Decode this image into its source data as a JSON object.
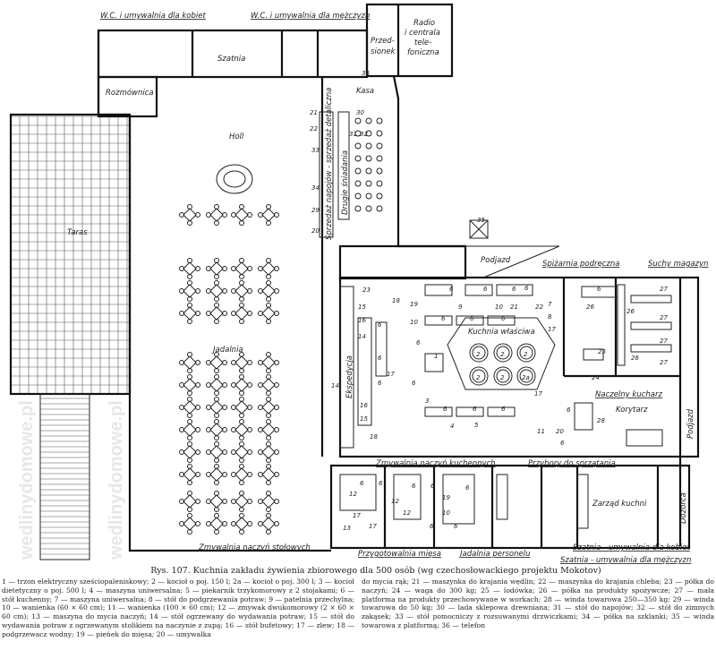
{
  "rooms": {
    "wc_women": "W.C. i umywalnia dla kobiet",
    "wc_men": "W.C. i umywalnia dla mężczyzn",
    "cloakroom": "Szatnia",
    "vestibule_1": "Przed-",
    "vestibule_2": "sionek",
    "radio_1": "Radio",
    "radio_2": "i centrala",
    "radio_3": "tele-",
    "radio_4": "foniczna",
    "cashier": "Kasa",
    "meeting_room": "Rozmównica",
    "hall": "Holl",
    "beverages": "Sprzedaż napojów - sprzedaż detaliczna",
    "breakfast": "Drugie śniadania",
    "terrace": "Taras",
    "dining_room": "Jadalnia",
    "dispatch": "Ekspedycja",
    "driveway_top": "Podjazd",
    "pantry": "Spiżarnia podręczna",
    "dry_store": "Suchy magazyn",
    "main_kitchen": "Kuchnia właściwa",
    "head_chef": "Naczelny kucharz",
    "corridor": "Korytarz",
    "driveway_right": "Podjazd",
    "pot_wash": "Zmywalnia naczyń kuchennych",
    "cleaning": "Przybory do sprzątania",
    "tableware_wash": "Zmywalnia naczyń stołowych",
    "meat_prep": "Przygotowalnia mięsa",
    "staff_dining": "Jadalnia personelu",
    "kitchen_mgmt": "Zarząd kuchni",
    "caretaker": "Dozorca",
    "women_changing": "Szatnia - umywalnia dla kobiet",
    "men_changing": "Szatnia - umywalnia dla mężczyzn"
  },
  "equipment_markers": [
    "36",
    "21",
    "22",
    "33",
    "30",
    "31",
    "32",
    "34",
    "29",
    "20",
    "35",
    "23",
    "15",
    "16",
    "14",
    "14",
    "16",
    "15",
    "18",
    "6",
    "6",
    "6",
    "17",
    "18",
    "19",
    "10",
    "6",
    "1",
    "6",
    "3",
    "6",
    "6",
    "6",
    "9",
    "10",
    "21",
    "6",
    "22",
    "7",
    "8",
    "17",
    "6",
    "6",
    "6",
    "2",
    "2",
    "2",
    "2",
    "2",
    "2a",
    "6",
    "6",
    "6",
    "17",
    "4",
    "5",
    "11",
    "20",
    "6",
    "6",
    "28",
    "6",
    "26",
    "26",
    "26",
    "27",
    "27",
    "27",
    "27",
    "25",
    "24",
    "6",
    "6",
    "12",
    "12",
    "17",
    "12",
    "6",
    "6",
    "19",
    "10",
    "6",
    "6",
    "6",
    "13",
    "17"
  ],
  "watermark": "wedlinydomowe.pl",
  "caption": {
    "title": "Rys. 107. Kuchnia zakładu żywienia zbiorowego dla 500 osób (wg czechosłowackiego projektu Mokotov)",
    "legend_left": "1 — trzon elektryczny sześciopaleniskowy; 2 — kocioł o poj. 150 l; 2a — kocioł o poj. 300 l; 3 — kocioł dietetyczny o poj. 500 l; 4 — maszyna uniwersalna; 5 — piekarnik trzykomorowy z 2 stojakami; 6 — stół kuchenny; 7 — maszyna uniwersalna; 8 — stół do podgrzewania potraw; 9 — patelnia przechylna; 10 — wanienka (60 × 60 cm); 11 — wanienka (100 × 60 cm); 12 — zmywak dwukomorowy (2 × 60 × 60 cm); 13 — maszyna do mycia naczyń; 14 — stół ogrzewany do wydawania potraw; 15 — stół do wydawania potraw z ogrzewanym stolikiem na naczynie z zupą; 16 — stół bufetowy; 17 — zlew; 18 — podgrzewacz wodny; 19 — pieńek do mięsa; 20 — umywalka",
    "legend_right": "do mycia rąk; 21 — maszynka do krajania wędlin; 22 — maszynka do krajania chleba; 23 — półka do naczyń; 24 — waga do 300 kg; 25 — lodówka; 26 — półka na produkty spożywcze; 27 — mała platforma na produkty przechowywane w workach; 28 — winda towarowa 250—350 kg; 29 — winda towarowa do 50 kg; 30 — lada sklepowa drewniana; 31 — stół do napojów; 32 — stół do zimnych zakąsek; 33 — stół pomocniczy z rozsuwanymi drzwiczkami; 34 — półka na szklanki; 35 — winda towarowa z platformą; 36 — telefon"
  }
}
